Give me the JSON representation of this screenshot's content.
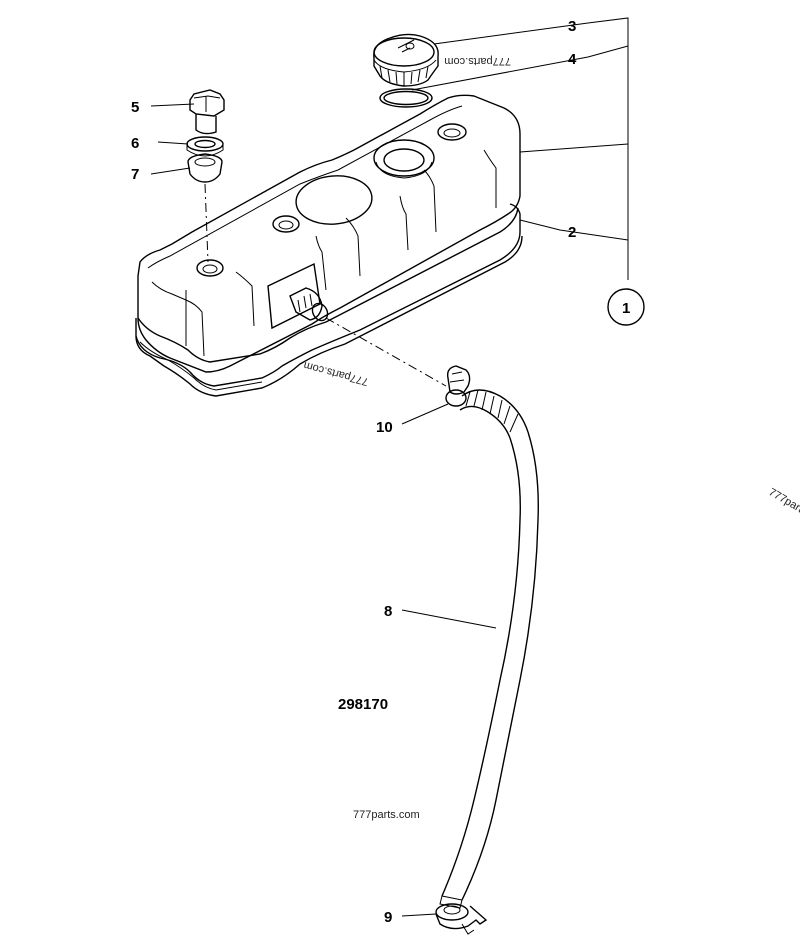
{
  "callouts": {
    "c1": "1",
    "c2": "2",
    "c3": "3",
    "c4": "4",
    "c5": "5",
    "c6": "6",
    "c7": "7",
    "c8": "8",
    "c9": "9",
    "c10": "10"
  },
  "drawing_number": "298170",
  "watermarks": {
    "cap": "777parts.com",
    "middle": "777parts.com",
    "bottom": "777parts.com",
    "edge": "777part"
  }
}
